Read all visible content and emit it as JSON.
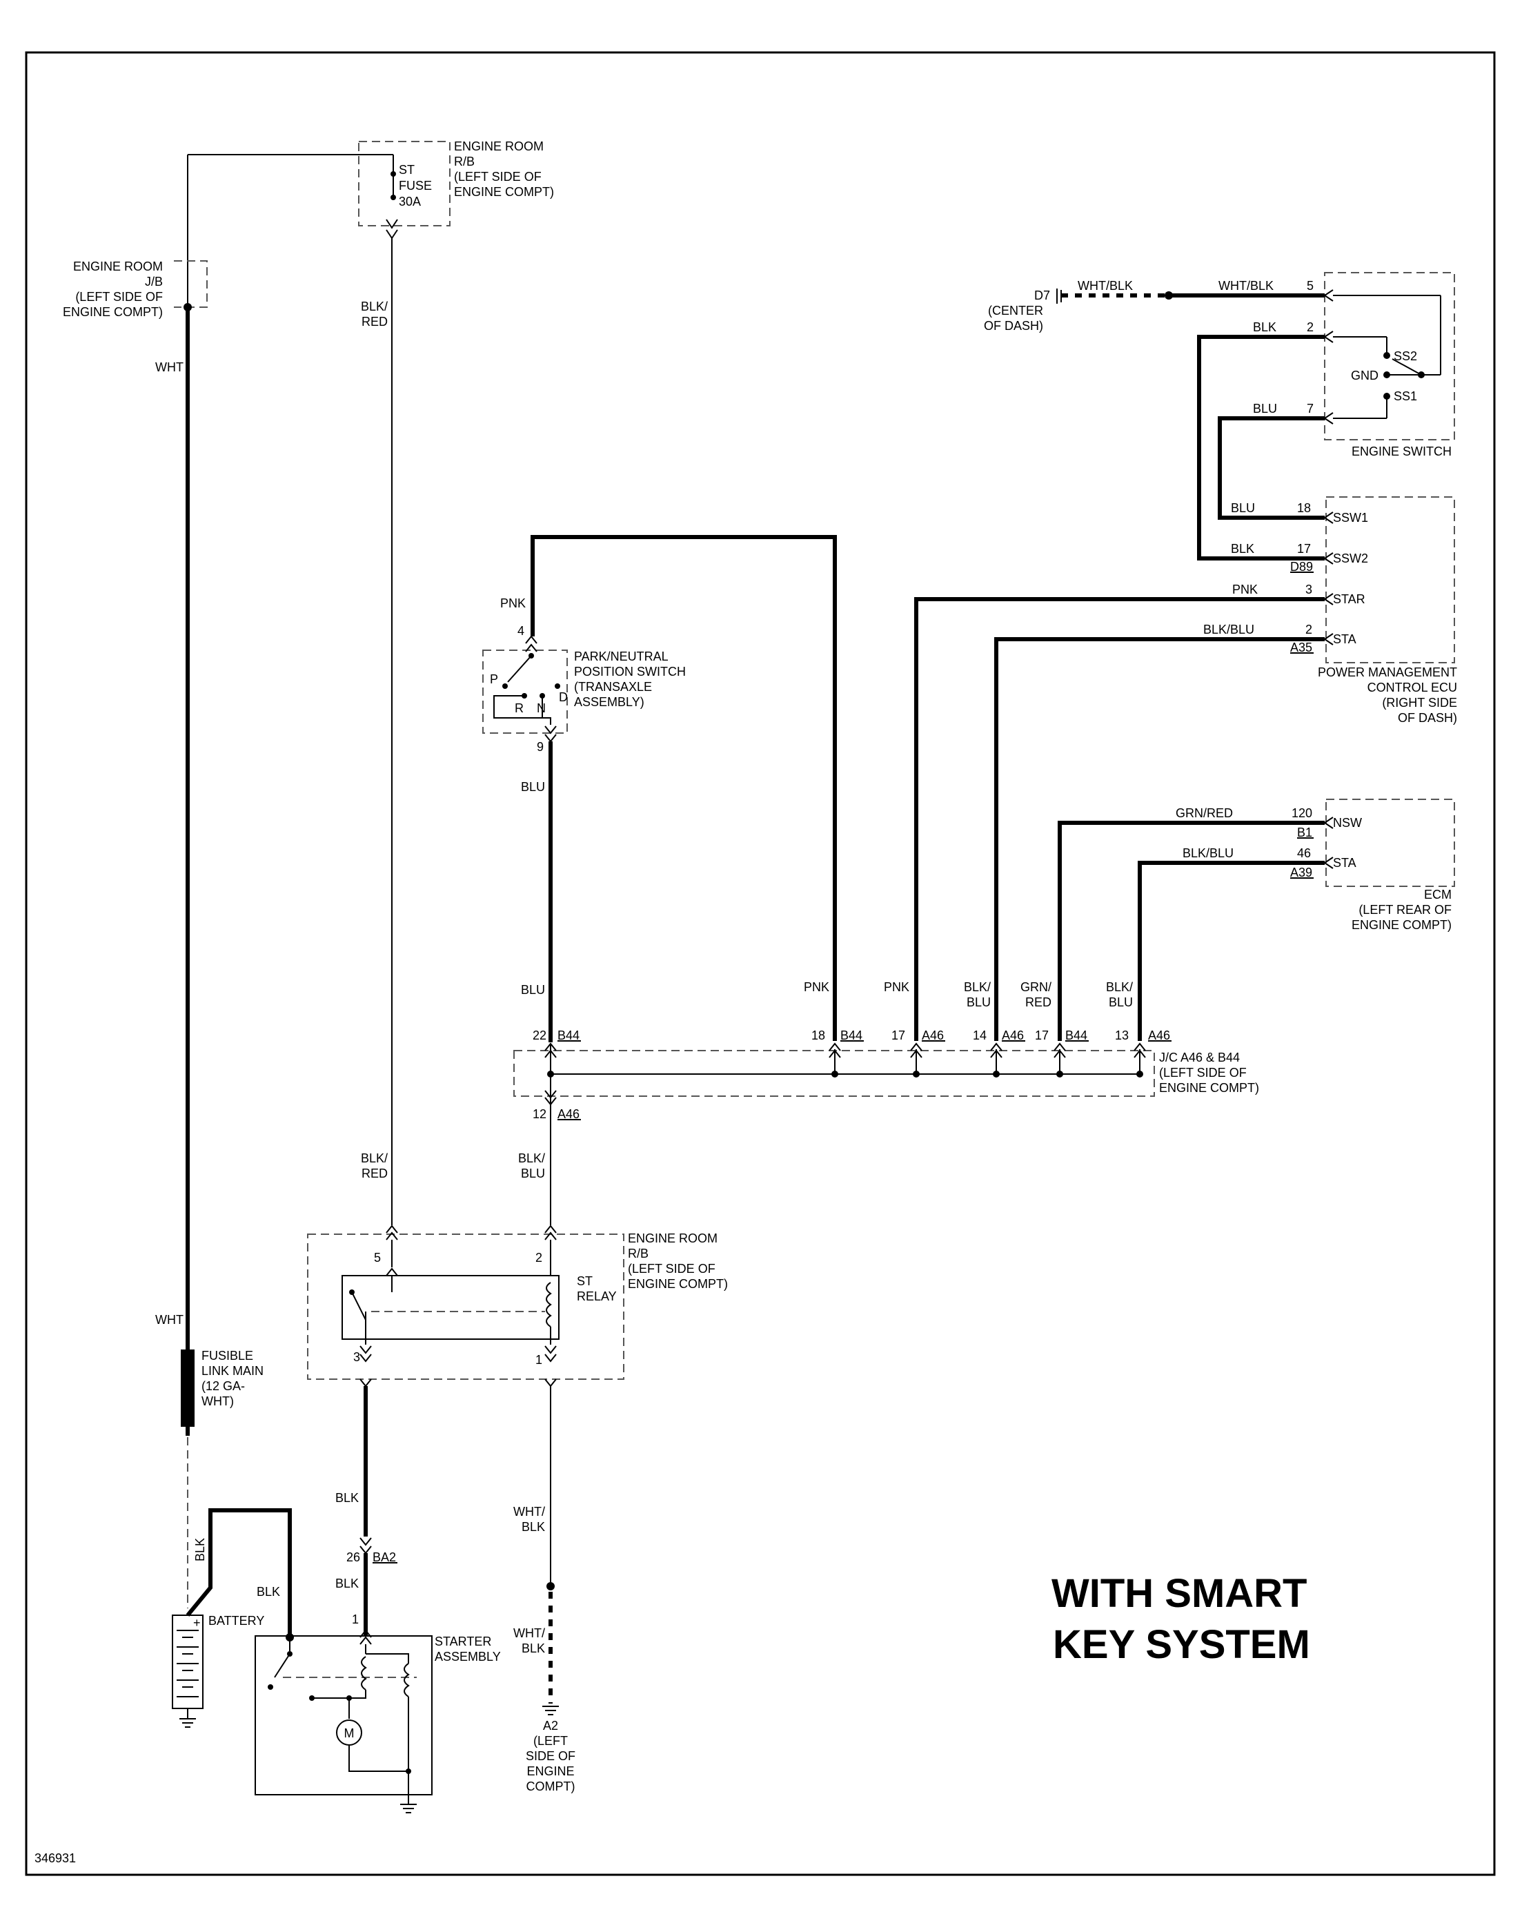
{
  "title": "WITH SMART KEY SYSTEM",
  "title_line1": "WITH SMART",
  "title_line2": "KEY SYSTEM",
  "figure_id": "346931",
  "components": {
    "rb_top": {
      "lines": [
        "ENGINE ROOM",
        "R/B",
        "(LEFT SIDE OF",
        "ENGINE COMPT)"
      ],
      "fuse": [
        "ST",
        "FUSE",
        "30A"
      ]
    },
    "jb": {
      "lines": [
        "ENGINE ROOM",
        "J/B",
        "(LEFT SIDE OF",
        "ENGINE COMPT)"
      ]
    },
    "d7": {
      "lines": [
        "D7",
        "(CENTER",
        "OF DASH)"
      ]
    },
    "engine_switch": {
      "name": "ENGINE SWITCH",
      "pins": {
        "ss2": "SS2",
        "gnd": "GND",
        "ss1": "SS1"
      }
    },
    "pms": {
      "lines": [
        "PARK/NEUTRAL",
        "POSITION SWITCH",
        "(TRANSAXLE",
        "ASSEMBLY)"
      ],
      "positions": [
        "P",
        "R",
        "N",
        "D"
      ]
    },
    "pmecu": {
      "lines": [
        "POWER MANAGEMENT",
        "CONTROL ECU",
        "(RIGHT SIDE",
        "OF DASH)"
      ],
      "pins": [
        "SSW1",
        "SSW2",
        "STAR",
        "STA"
      ],
      "connectors": [
        "D89",
        "A35"
      ]
    },
    "ecm": {
      "lines": [
        "ECM",
        "(LEFT REAR OF",
        "ENGINE COMPT)"
      ],
      "pins": [
        "NSW",
        "STA"
      ],
      "connectors": [
        "B1",
        "A39"
      ]
    },
    "jc": {
      "lines": [
        "J/C A46 & B44",
        "(LEFT SIDE OF",
        "ENGINE COMPT)"
      ]
    },
    "rb_relay": {
      "lines": [
        "ENGINE ROOM",
        "R/B",
        "(LEFT SIDE OF",
        "ENGINE COMPT)"
      ],
      "relay": [
        "ST",
        "RELAY"
      ]
    },
    "fusible": {
      "lines": [
        "FUSIBLE",
        "LINK MAIN",
        "(12 GA-",
        "WHT)"
      ]
    },
    "battery": {
      "name": "BATTERY"
    },
    "starter": {
      "lines": [
        "STARTER",
        "ASSEMBLY"
      ],
      "motor": "M"
    },
    "a2": {
      "lines": [
        "A2",
        "(LEFT",
        "SIDE OF",
        "ENGINE",
        "COMPT)"
      ]
    }
  },
  "wire_colors": {
    "wht": "WHT",
    "blk_red": [
      "BLK/",
      "RED"
    ],
    "blk": "BLK",
    "pnk": "PNK",
    "blu": "BLU",
    "wht_blk": "WHT/BLK",
    "blk_blu": "BLK/BLU",
    "grn_red": "GRN/RED",
    "blk_blu_2": [
      "BLK/",
      "BLU"
    ],
    "grn_red_2": [
      "GRN/",
      "RED"
    ],
    "wht_blk_2": [
      "WHT/",
      "BLK"
    ]
  },
  "pins": {
    "es5": "5",
    "es2": "2",
    "es7": "7",
    "ec18": "18",
    "ec17": "17",
    "ec3": "3",
    "ec2": "2",
    "ecm120": "120",
    "ecm46": "46",
    "pms4": "4",
    "pms9": "9",
    "jc22": "22",
    "jc18": "18",
    "jc17a": "17",
    "jc14": "14",
    "jc17b": "17",
    "jc13": "13",
    "jc12": "12",
    "r5": "5",
    "r2": "2",
    "r3": "3",
    "r1": "1",
    "s26": "26",
    "s1": "1"
  },
  "connectors": {
    "b44": "B44",
    "a46": "A46",
    "ba2": "BA2"
  }
}
